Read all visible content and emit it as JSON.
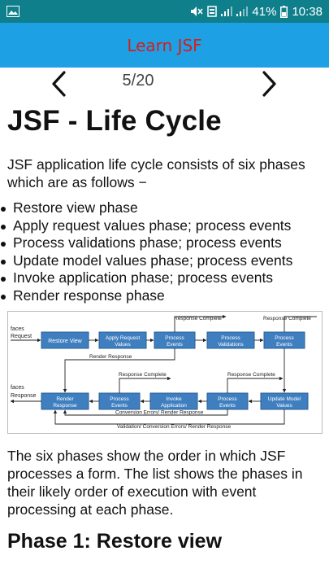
{
  "status_bar": {
    "battery": "41%",
    "time": "10:38",
    "icons": [
      "image-icon",
      "mute-icon",
      "data-icon",
      "signal-icon",
      "signal-icon",
      "battery-icon"
    ]
  },
  "app_bar": {
    "title": "Learn JSF"
  },
  "pager": {
    "count": "5/20",
    "prev_icon": "chevron-left-icon",
    "next_icon": "chevron-right-icon"
  },
  "article": {
    "title": "JSF - Life Cycle",
    "intro": "JSF application life cycle consists of six phases which are as follows −",
    "phases": [
      "Restore view phase",
      "Apply request values phase; process events",
      "Process validations phase; process events",
      "Update model values phase; process events",
      "Invoke application phase; process events",
      "Render response phase"
    ],
    "outro": "The six phases show the order in which JSF processes a form. The list shows the phases in their likely order of execution with event processing at each phase.",
    "next_heading": "Phase 1: Restore view"
  },
  "diagram": {
    "colors": {
      "box": "#3f7fc0",
      "box_border": "#2a5f97",
      "line": "#222222",
      "text": "#ffffff"
    },
    "labels": {
      "faces_request_1": "faces",
      "faces_request_2": "Request",
      "faces_response_1": "faces",
      "faces_response_2": "Response",
      "restore_view": "Restore View",
      "apply_request_1": "Apply Request",
      "apply_request_2": "Values",
      "process_events": "Process",
      "process_events_2": "Events",
      "process_validations_1": "Process",
      "process_validations_2": "Validations",
      "update_model_1": "Update Model",
      "update_model_2": "Values",
      "invoke_app_1": "Invoke",
      "invoke_app_2": "Application",
      "render_response_1": "Render",
      "render_response_2": "Response",
      "response_complete": "Response Complete",
      "render_response_edge": "Render Response",
      "conversion_errors": "Conversion Errors/ Render Response",
      "validation_errors": "Validation/ Conversion Errors/ Render Response"
    }
  }
}
